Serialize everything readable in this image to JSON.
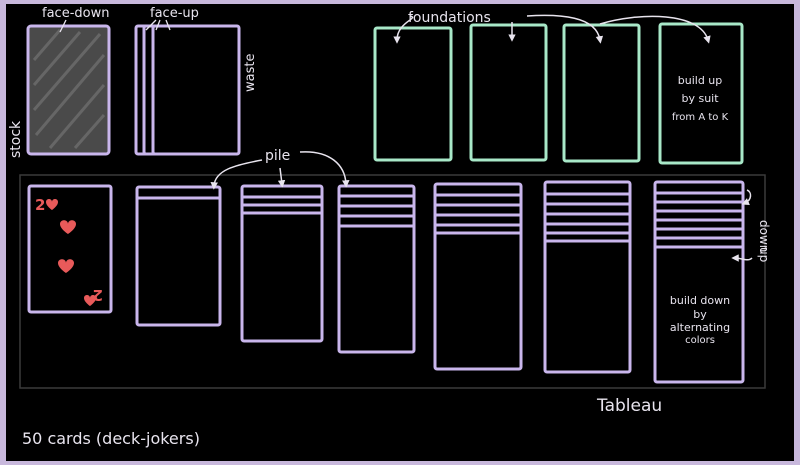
{
  "labels": {
    "face_down": "face-down",
    "face_up": "face-up",
    "stock": "stock",
    "waste": "waste",
    "foundations": "foundations",
    "build_up_1": "build up",
    "build_up_2": "by suit",
    "build_up_3": "from A to K",
    "pile": "pile",
    "down": "down",
    "up": "up",
    "build_down_1": "build down",
    "build_down_2": "by",
    "build_down_3": "alternating",
    "build_down_4": "colors",
    "tableau": "Tableau",
    "footer": "50 cards (deck-jokers)",
    "card_rank": "2"
  },
  "colors": {
    "outline": "#c9b6ec",
    "foundation": "#a8e8c8",
    "stock_fill": "#4a4a4a",
    "heart": "#e85a5a",
    "text": "#e8e4ee"
  }
}
